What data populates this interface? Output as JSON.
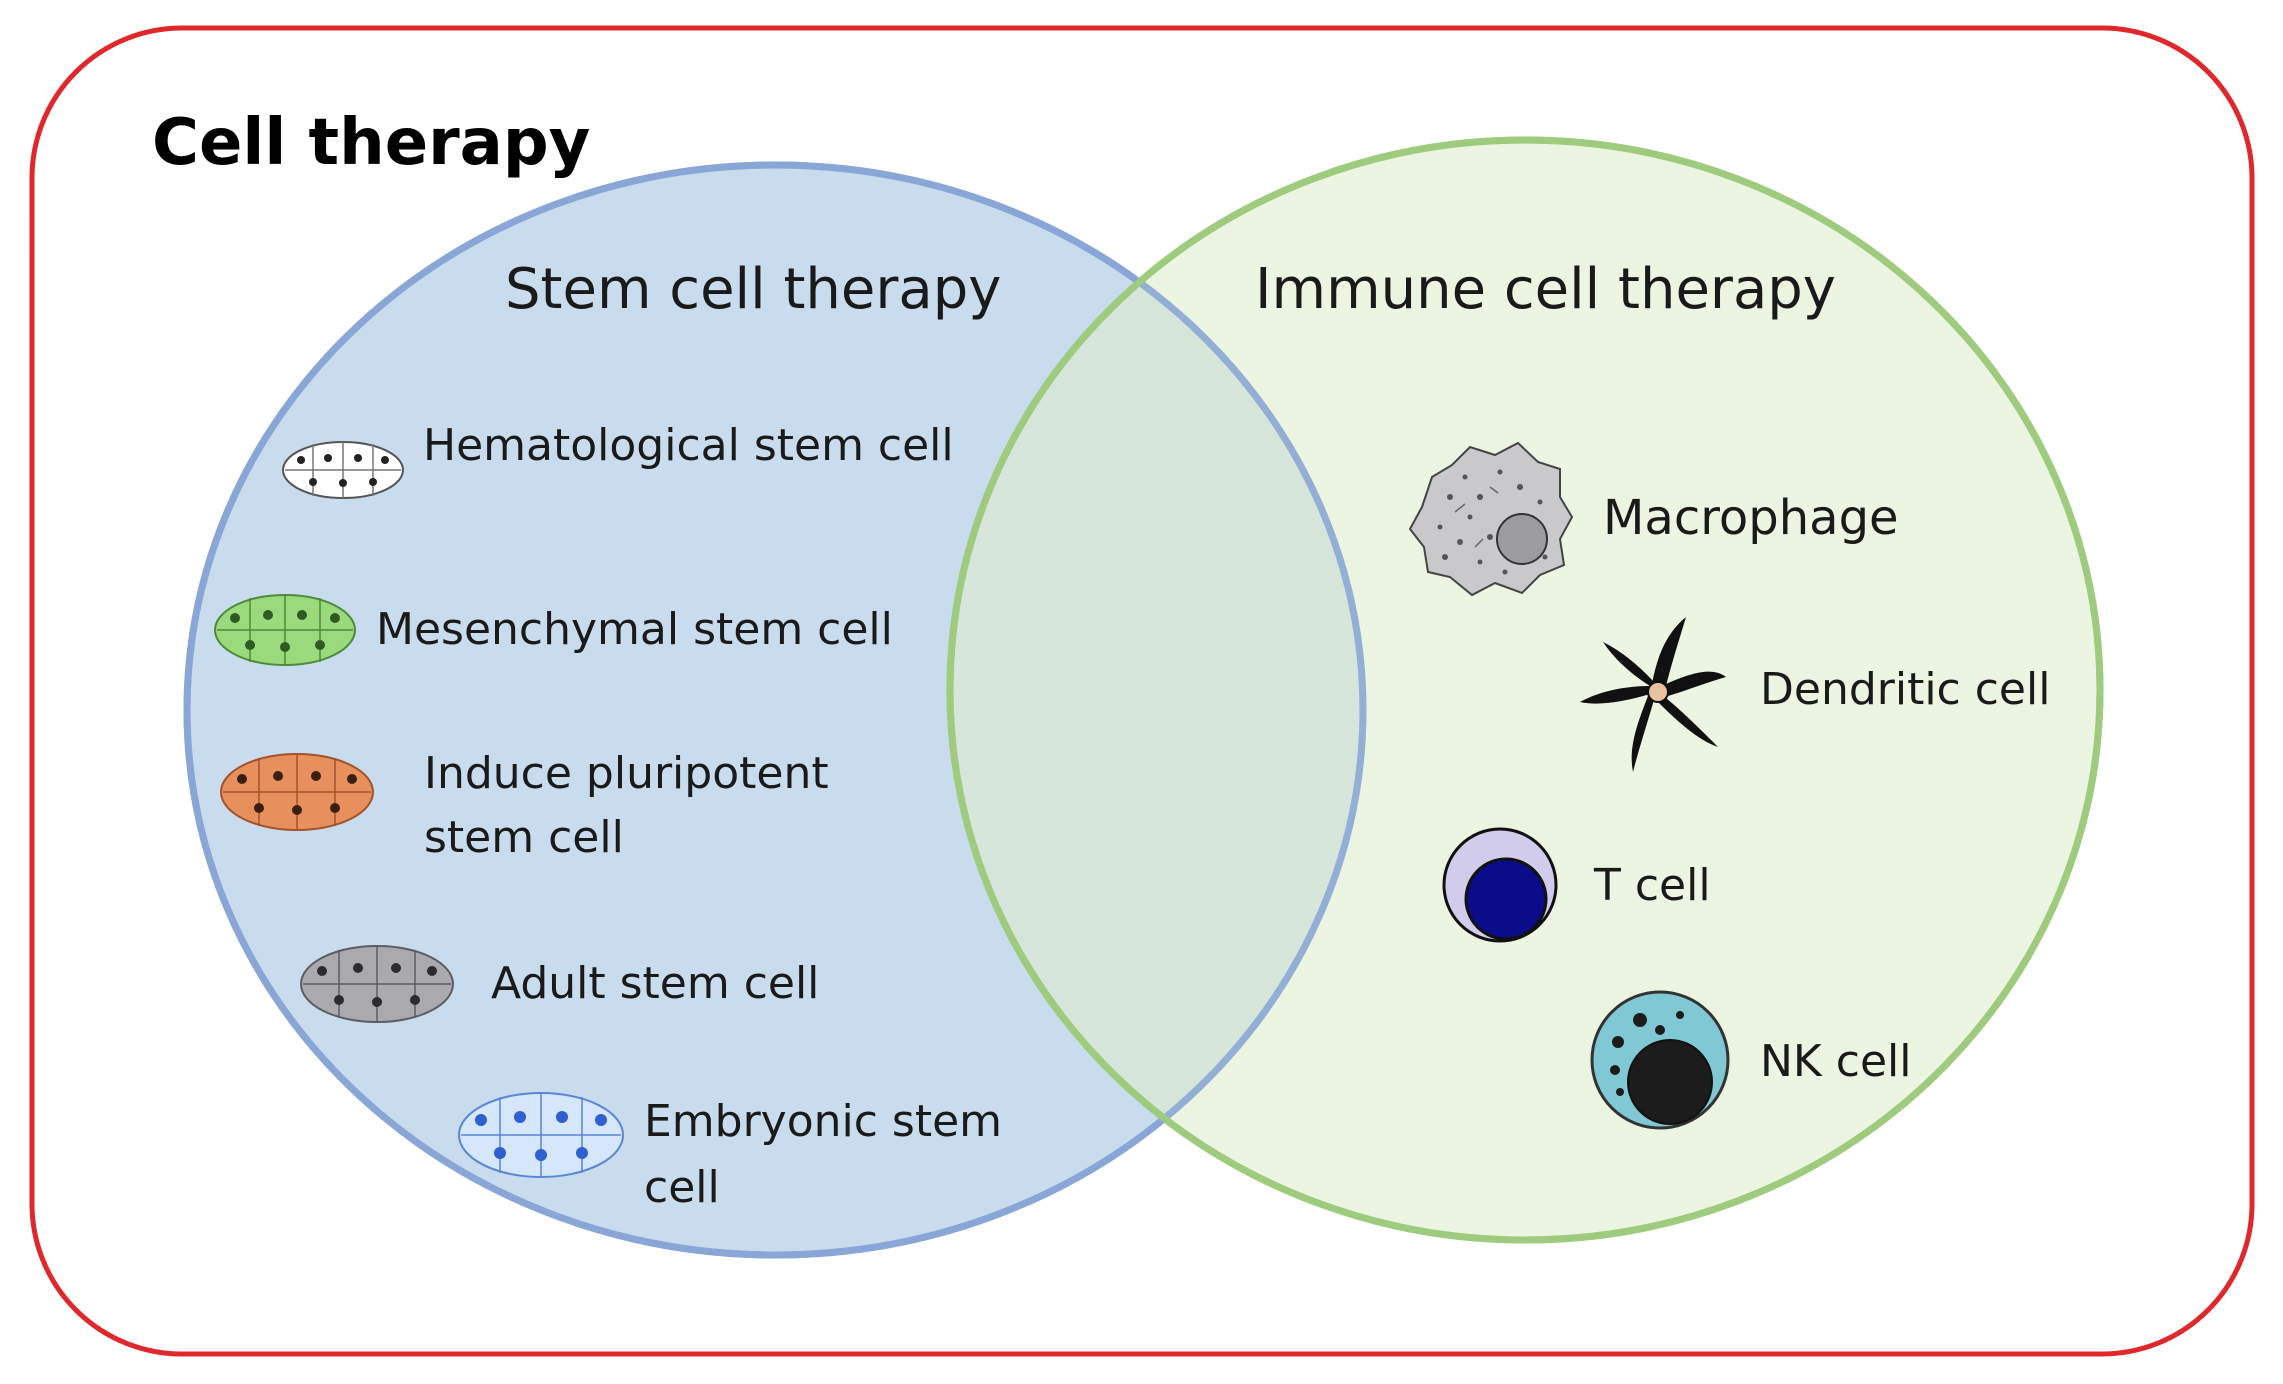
{
  "title": "Cell therapy",
  "colors": {
    "frame": "#e0282c",
    "stem_stroke": "#8aa6d6",
    "stem_fill": "#c9dcee",
    "immune_stroke": "#9fcb7e",
    "immune_fill": "#e9f2dd",
    "overlap_fill": "#c6dbd6"
  },
  "stem": {
    "heading": "Stem cell therapy",
    "items": [
      {
        "icon": "hematological-cell-cluster-icon",
        "color": "#ffffff",
        "label": "Hematological stem cell"
      },
      {
        "icon": "mesenchymal-cell-cluster-icon",
        "color": "#9bd97d",
        "label": "Mesenchymal stem cell"
      },
      {
        "icon": "ipsc-cell-cluster-icon",
        "color": "#e88f5e",
        "label_line1": "Induce pluripotent",
        "label_line2": "stem cell"
      },
      {
        "icon": "adult-cell-cluster-icon",
        "color": "#a9a9ae",
        "label": "Adult stem cell"
      },
      {
        "icon": "embryonic-cell-cluster-icon",
        "color": "#d6e6fb",
        "label_line1": "Embryonic stem",
        "label_line2": "cell"
      }
    ]
  },
  "immune": {
    "heading": "Immune cell therapy",
    "items": [
      {
        "icon": "macrophage-icon",
        "label": "Macrophage"
      },
      {
        "icon": "dendritic-cell-icon",
        "label": "Dendritic cell"
      },
      {
        "icon": "t-cell-icon",
        "label": "T cell"
      },
      {
        "icon": "nk-cell-icon",
        "label": "NK cell"
      }
    ]
  }
}
